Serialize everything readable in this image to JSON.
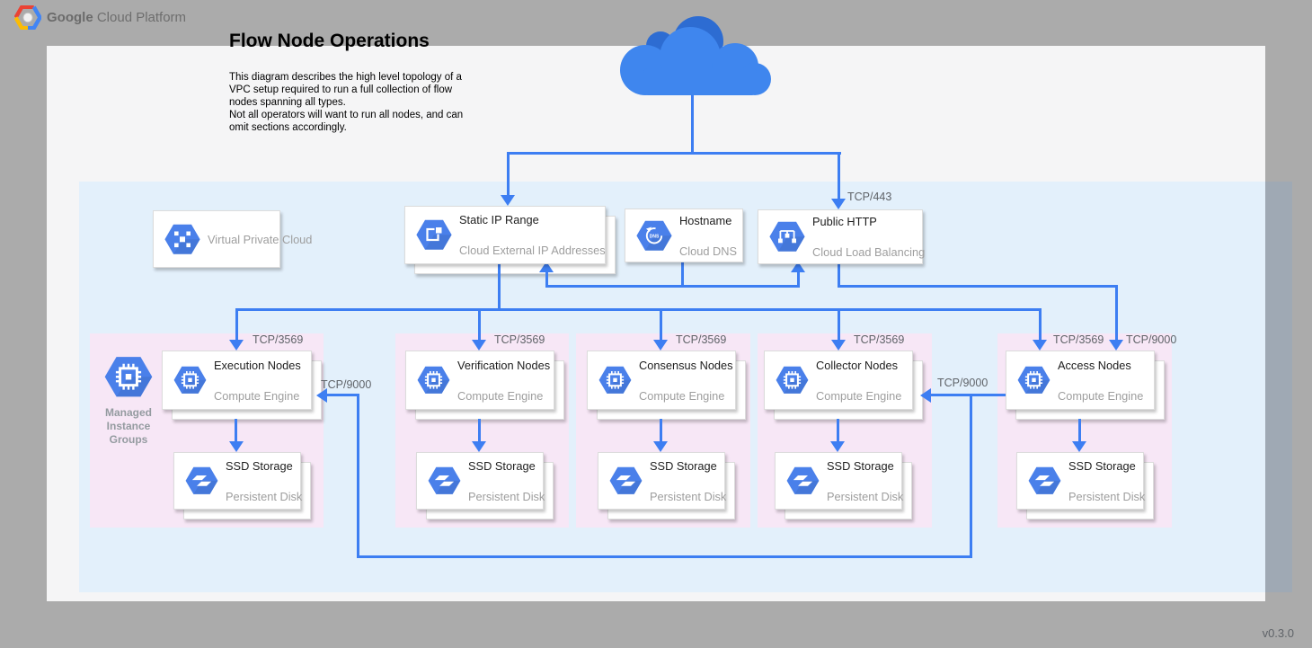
{
  "header": {
    "brand_bold": "Google",
    "brand_rest": "Cloud Platform"
  },
  "canvas": {
    "title": "Flow Node Operations",
    "description": "This diagram describes the high level topology of a\nVPC setup required to run a full collection of flow\nnodes spanning all types.\nNot all operators will want to run all nodes, and can\nomit sections accordingly.",
    "version": "v0.3.0"
  },
  "labels": {
    "tcp_443": "TCP/443",
    "tcp_3569": "TCP/3569",
    "tcp_9000": "TCP/9000"
  },
  "icons": {
    "brand": "gcp-hexagon-logo",
    "internet": "cloud-icon",
    "vpc": "virtual-private-cloud-icon",
    "external_ip": "external-ip-icon",
    "dns": "cloud-dns-icon",
    "load_balancer": "load-balancing-icon",
    "compute": "compute-engine-icon",
    "disk": "persistent-disk-icon",
    "mig": "managed-instance-groups-icon"
  },
  "vpc": {
    "title": "Virtual\nPrivate Cloud"
  },
  "services": {
    "static_ip": {
      "title": "Static IP Range",
      "subtitle": "Cloud External IP Addresses"
    },
    "hostname": {
      "title": "Hostname",
      "subtitle": "Cloud DNS"
    },
    "public_http": {
      "title": "Public HTTP",
      "subtitle": "Cloud Load Balancing"
    }
  },
  "mig": {
    "label": "Managed\nInstance\nGroups"
  },
  "groups": [
    {
      "title": "Execution Nodes",
      "subtitle": "Compute Engine",
      "storage_title": "SSD Storage",
      "storage_subtitle": "Persistent Disk"
    },
    {
      "title": "Verification Nodes",
      "subtitle": "Compute Engine",
      "storage_title": "SSD Storage",
      "storage_subtitle": "Persistent Disk"
    },
    {
      "title": "Consensus Nodes",
      "subtitle": "Compute Engine",
      "storage_title": "SSD Storage",
      "storage_subtitle": "Persistent Disk"
    },
    {
      "title": "Collector Nodes",
      "subtitle": "Compute Engine",
      "storage_title": "SSD Storage",
      "storage_subtitle": "Persistent Disk"
    },
    {
      "title": "Access Nodes",
      "subtitle": "Compute Engine",
      "storage_title": "SSD Storage",
      "storage_subtitle": "Persistent Disk"
    }
  ]
}
